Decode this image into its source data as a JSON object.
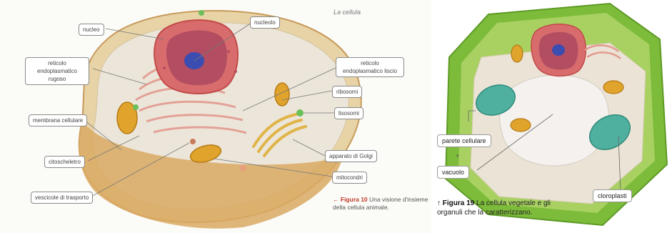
{
  "header": {
    "title": "La cellula"
  },
  "animal": {
    "labels": {
      "nucleo": "nucleo",
      "nucleolo": "nucleolo",
      "rer": "reticolo endoplasmatico rugoso",
      "ser": "reticolo endoplasmatico liscio",
      "ribosomi": "ribosomi",
      "lisosomi": "lisosomi",
      "membrana": "membrana cellulare",
      "citoscheletro": "citoscheletro",
      "golgi": "apparato di Golgi",
      "mitocondri": "mitocondri",
      "vescicole": "vescicole di trasporto"
    },
    "caption": {
      "arrow": "←",
      "fig": "Figura 10",
      "text": "Una visione d'insieme della cellula animale."
    }
  },
  "plant": {
    "labels": {
      "parete": "parete cellulare",
      "plus": "+",
      "vacuolo": "vacuolo",
      "cloroplasti": "cloroplasti"
    },
    "caption": {
      "arrow": "↑",
      "fig": "Figura 19",
      "text": "La cellula vegetale e gli organuli che la caratterizzano."
    }
  },
  "colors": {
    "cytoplasm": "#e9e0cf",
    "membrane": "#d9b27a",
    "nucleus": "#b24d62",
    "nucleolus": "#3b4db0",
    "wall": "#7dbb3a",
    "chloroplast": "#4fb0a0",
    "mitochondria": "#e0a32c"
  }
}
